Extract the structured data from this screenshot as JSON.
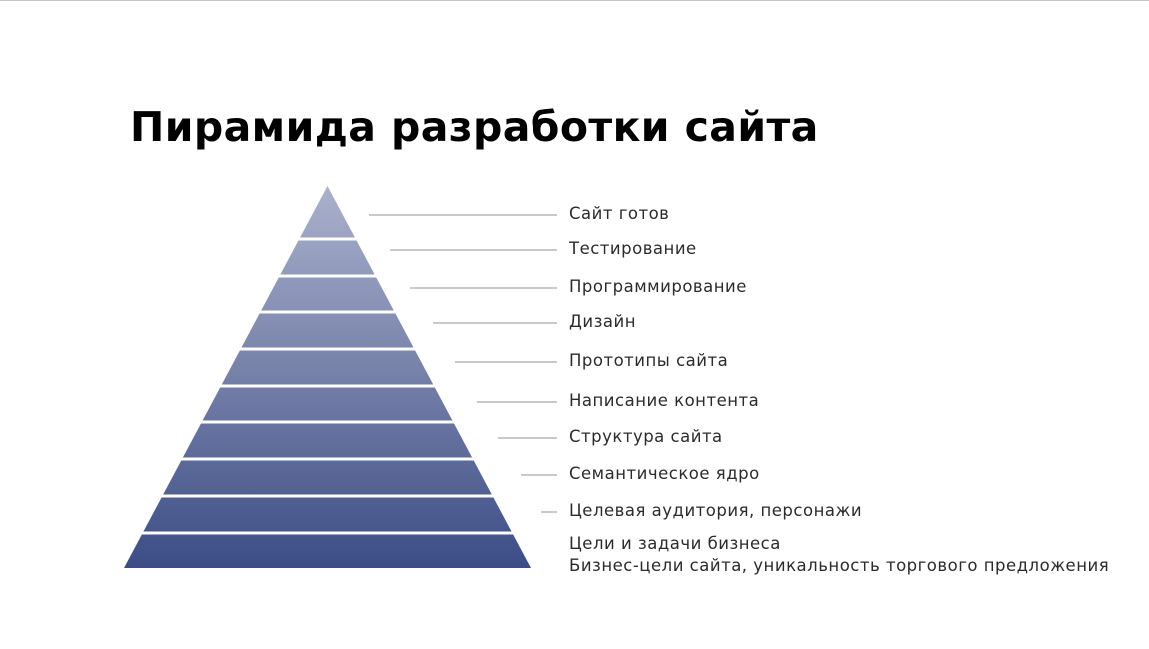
{
  "title": "Пирамида разработки сайта",
  "colors": {
    "apex": "#a9b0cb",
    "base": "#3d4e86",
    "leader": "#c9c9c9",
    "separator": "#ffffff"
  },
  "pyramid": {
    "levels_top_to_bottom": [
      {
        "label": "Сайт готов"
      },
      {
        "label": "Тестирование"
      },
      {
        "label": "Программирование"
      },
      {
        "label": "Дизайн"
      },
      {
        "label": "Прототипы сайта"
      },
      {
        "label": "Написание контента"
      },
      {
        "label": "Структура сайта"
      },
      {
        "label": "Семантическое ядро"
      },
      {
        "label": "Целевая аудитория, персонажи"
      },
      {
        "label": "Цели и задачи бизнеса",
        "sublabel": "Бизнес-цели сайта, уникальность торгового предложения"
      }
    ]
  }
}
